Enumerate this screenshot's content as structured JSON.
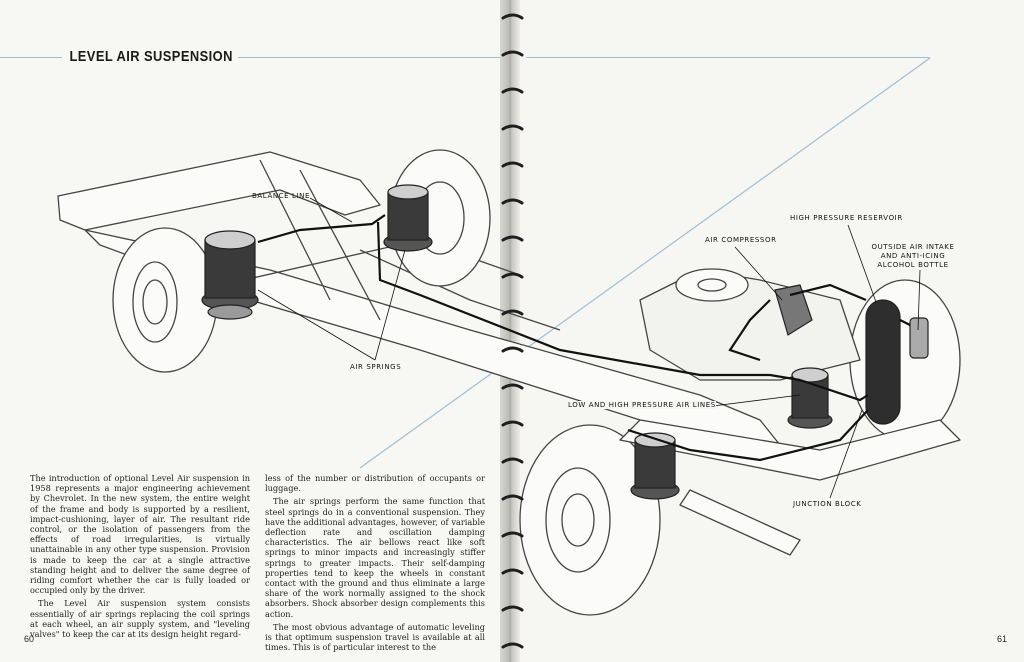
{
  "title": "LEVEL AIR SUSPENSION",
  "labels": {
    "balance_line": "BALANCE LINE",
    "air_springs": "AIR SPRINGS",
    "air_compressor": "AIR COMPRESSOR",
    "high_pressure_reservoir": "HIGH PRESSURE RESERVOIR",
    "alcohol_bottle": "OUTSIDE AIR INTAKE AND ANTI-ICING ALCOHOL BOTTLE",
    "air_lines": "LOW AND HIGH PRESSURE AIR LINES",
    "junction_block": "JUNCTION BLOCK"
  },
  "body_text": {
    "col1_p1": "The introduction of optional Level Air suspension in 1958 represents a major engineering achievement by Chevrolet. In the new system, the entire weight of the frame and body is supported by a resilient, impact-cushioning, layer of air. The resultant ride control, or the isolation of passengers from the effects of road irregularities, is virtually unattainable in any other type suspension. Provision is made to keep the car at a single attractive standing height and to deliver the same degree of riding comfort whether the car is fully loaded or occupied only by the driver.",
    "col1_p2": "The Level Air suspension system consists essentially of air springs replacing the coil springs at each wheel, an air supply system, and \"leveling valves\" to keep the car at its design height regard-",
    "col2_p1": "less of the number or distribution of occupants or luggage.",
    "col2_p2": "The air springs perform the same function that steel springs do in a conventional suspension. They have the additional advantages, however, of variable deflection rate and oscillation damping characteristics. The air bellows react like soft springs to minor impacts and increasingly stiffer springs to greater impacts. Their self-damping properties tend to keep the wheels in constant contact with the ground and thus eliminate a large share of the work normally assigned to the shock absorbers. Shock absorber design complements this action.",
    "col2_p3": "The most obvious advantage of automatic leveling is that optimum suspension travel is available at all times. This is of particular interest to the"
  },
  "page_numbers": {
    "left": "60",
    "right": "61"
  },
  "colors": {
    "accent_line": "#9fbfd6",
    "ink": "#1a1a1a",
    "paper": "#f7f7f4"
  }
}
